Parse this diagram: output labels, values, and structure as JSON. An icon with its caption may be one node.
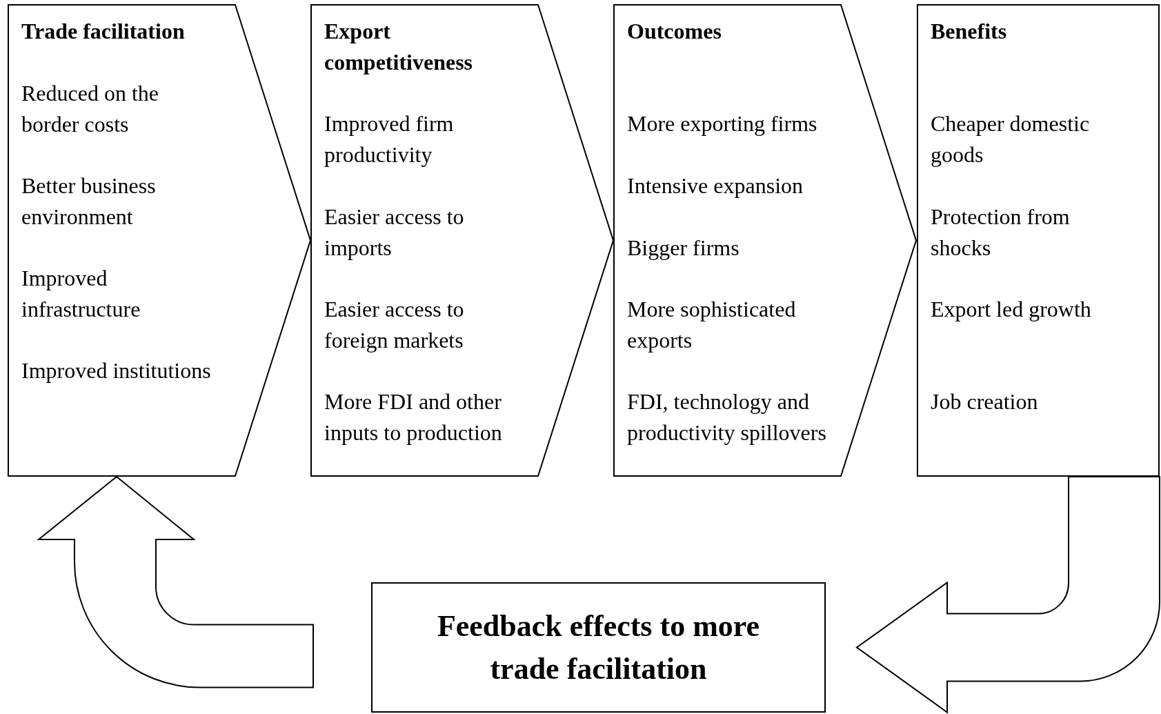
{
  "diagram": {
    "nodes": [
      {
        "text": [
          "Trade facilitation",
          "Reduced on the border costs",
          "Better business environment",
          "Improved infrastructure",
          "Improved institutions"
        ]
      },
      {
        "text": [
          "Export competitiveness",
          "Improved firm productivity",
          "Easier access to imports",
          "Easier access to foreign markets",
          "More FDI and other inputs to production"
        ]
      },
      {
        "text": [
          "Outcomes",
          "More exporting firms",
          "Intensive expansion",
          "Bigger firms",
          "More sophisticated exports",
          "FDI, technology and productivity spillovers"
        ]
      },
      {
        "text": [
          "Benefits",
          "Cheaper domestic goods",
          "Protection from shocks",
          "Export led growth",
          "Job creation"
        ]
      },
      {
        "text": [
          "Feedback effects to more trade facilitation"
        ]
      }
    ],
    "edges": [
      {
        "from": 3,
        "to": 4,
        "arrow": "to"
      },
      {
        "from": 4,
        "to": 0,
        "arrow": "to"
      }
    ]
  }
}
